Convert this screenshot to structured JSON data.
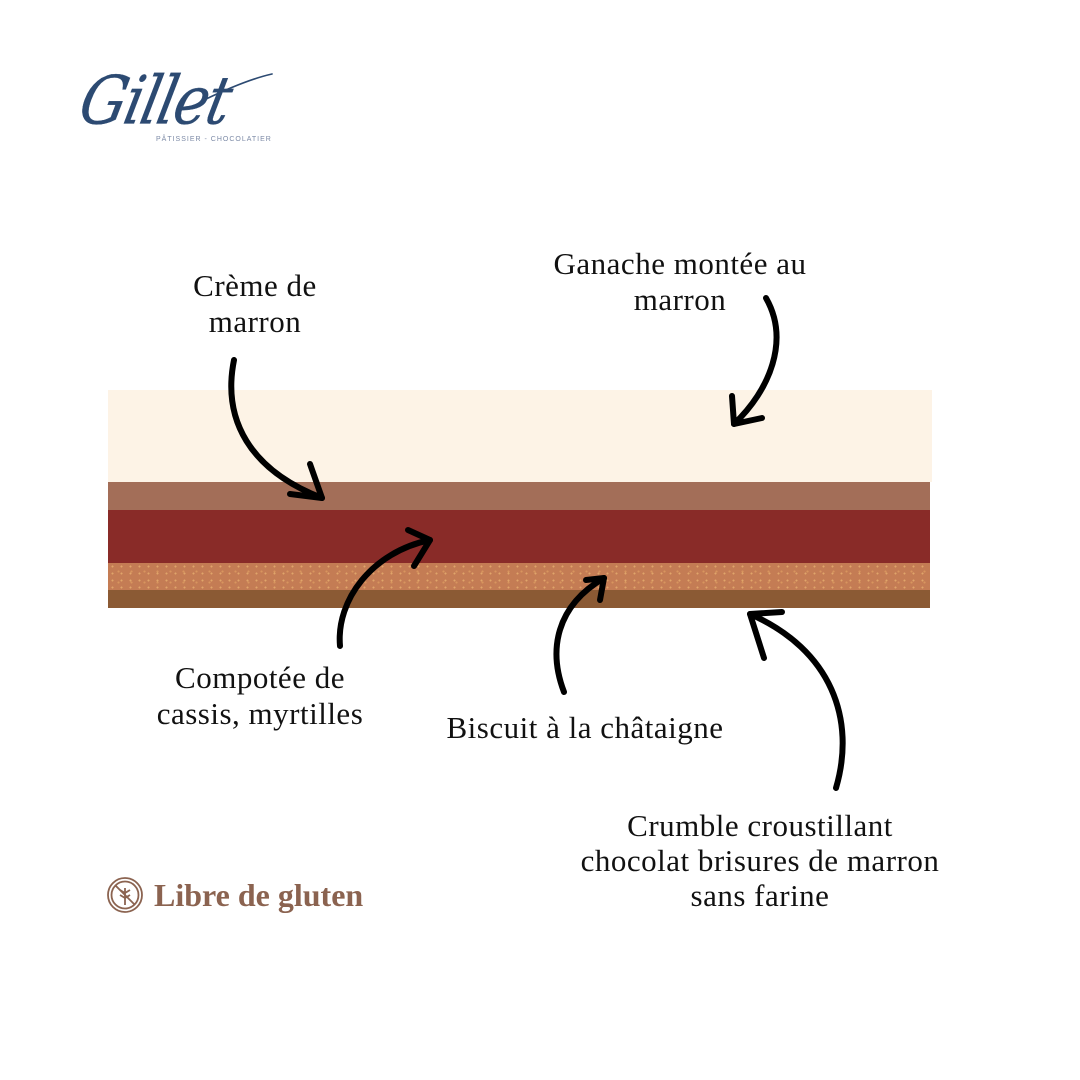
{
  "brand": {
    "name": "Gillet",
    "subtitle": "PÂTISSIER - CHOCOLATIER",
    "color": "#2c4a72"
  },
  "labels": {
    "creme": [
      "Crème de",
      "marron"
    ],
    "ganache": [
      "Ganache montée au",
      "marron"
    ],
    "compotee": [
      "Compotée de",
      "cassis, myrtilles"
    ],
    "biscuit": "Biscuit à la châtaigne",
    "crumble": [
      "Crumble croustillant",
      "chocolat brisures de marron",
      "sans farine"
    ]
  },
  "layers": [
    {
      "name": "Ganache montée au marron",
      "color": "#fdf3e6"
    },
    {
      "name": "Crème de marron",
      "color": "#a36e58"
    },
    {
      "name": "Compotée de cassis, myrtilles",
      "color": "#892b28"
    },
    {
      "name": "Biscuit à la châtaigne",
      "color": "#c47c54"
    },
    {
      "name": "Crumble",
      "color": "#8b5a34"
    }
  ],
  "badge": {
    "text": "Libre de gluten",
    "icon": "no-gluten-icon",
    "color": "#8b6350"
  }
}
